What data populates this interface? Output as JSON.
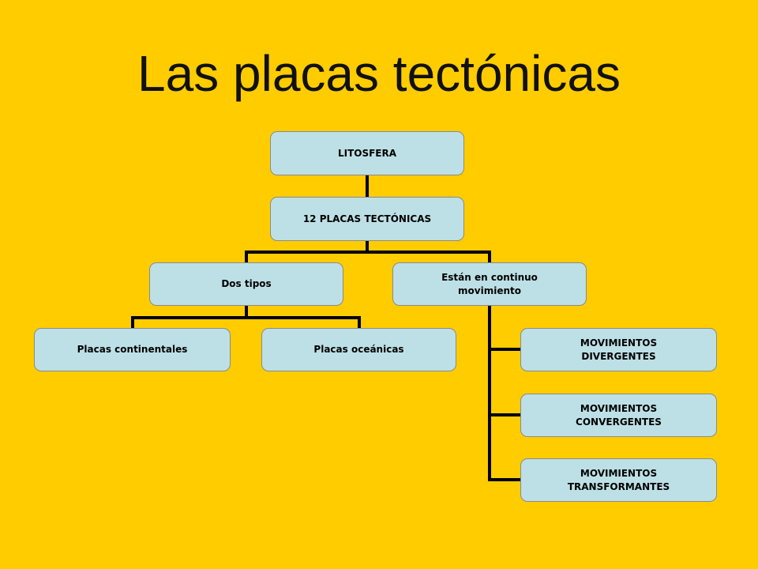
{
  "slide": {
    "title": "Las placas tectónicas"
  },
  "diagram": {
    "root": "LITOSFERA",
    "level1": "12 PLACAS TECTÓNICAS",
    "branch_types": {
      "label": "Dos tipos",
      "children": [
        "Placas continentales",
        "Placas oceánicas"
      ]
    },
    "branch_movement": {
      "label": "Están en continuo movimiento",
      "children": [
        "MOVIMIENTOS DIVERGENTES",
        "MOVIMIENTOS CONVERGENTES",
        "MOVIMIENTOS TRANSFORMANTES"
      ]
    }
  },
  "colors": {
    "background": "#FFCC00",
    "node_fill": "#BDE0E6",
    "connector": "#000000"
  }
}
